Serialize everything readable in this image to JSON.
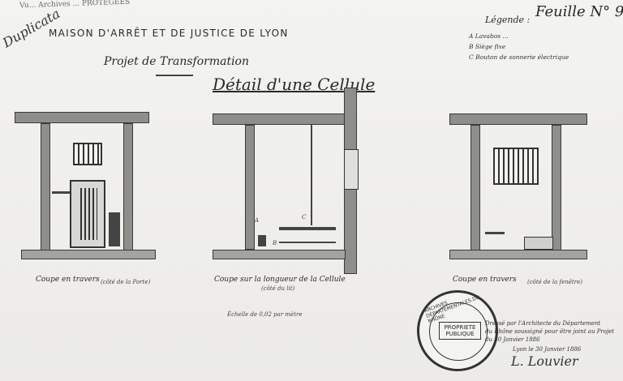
{
  "header": {
    "corner_stamp": "Vu... Archives ... PROTÉGÉES",
    "duplicata": "Duplicata",
    "title": "MAISON D'ARRÊT ET DE JUSTICE DE LYON",
    "subtitle": "Projet de Transformation",
    "detail_title": "Détail d'une Cellule",
    "sheet_number": "Feuille N° 9",
    "legend_title": "Légende :"
  },
  "legend": {
    "items": [
      "A  Lavabos ... ",
      "B  Siège fixe",
      "C  Bouton de sonnerie électrique"
    ]
  },
  "views": [
    {
      "caption": "Coupe en travers",
      "note": "(côté de la Porte)"
    },
    {
      "caption": "Coupe sur la longueur de la Cellule",
      "note": "(côté du lit)"
    },
    {
      "caption": "Coupe en travers",
      "note": "(côté de la fenêtre)"
    }
  ],
  "scale_note": "Échelle de 0,02 par mètre",
  "stamp": {
    "ring_text": "ARCHIVES DÉPARTEMENTALES DU RHÔNE",
    "center_text": "PROPRIETE PUBLIQUE"
  },
  "architect_note": {
    "lines": [
      "Dressé par l'Architecte du Département",
      "du Rhône soussigné pour être joint au Projet",
      "du 30 Janvier 1886",
      "Lyon le 30 Janvier 1886"
    ]
  },
  "signature": "L. Louvier",
  "marks": {
    "A": "A",
    "B": "B",
    "C": "C"
  }
}
